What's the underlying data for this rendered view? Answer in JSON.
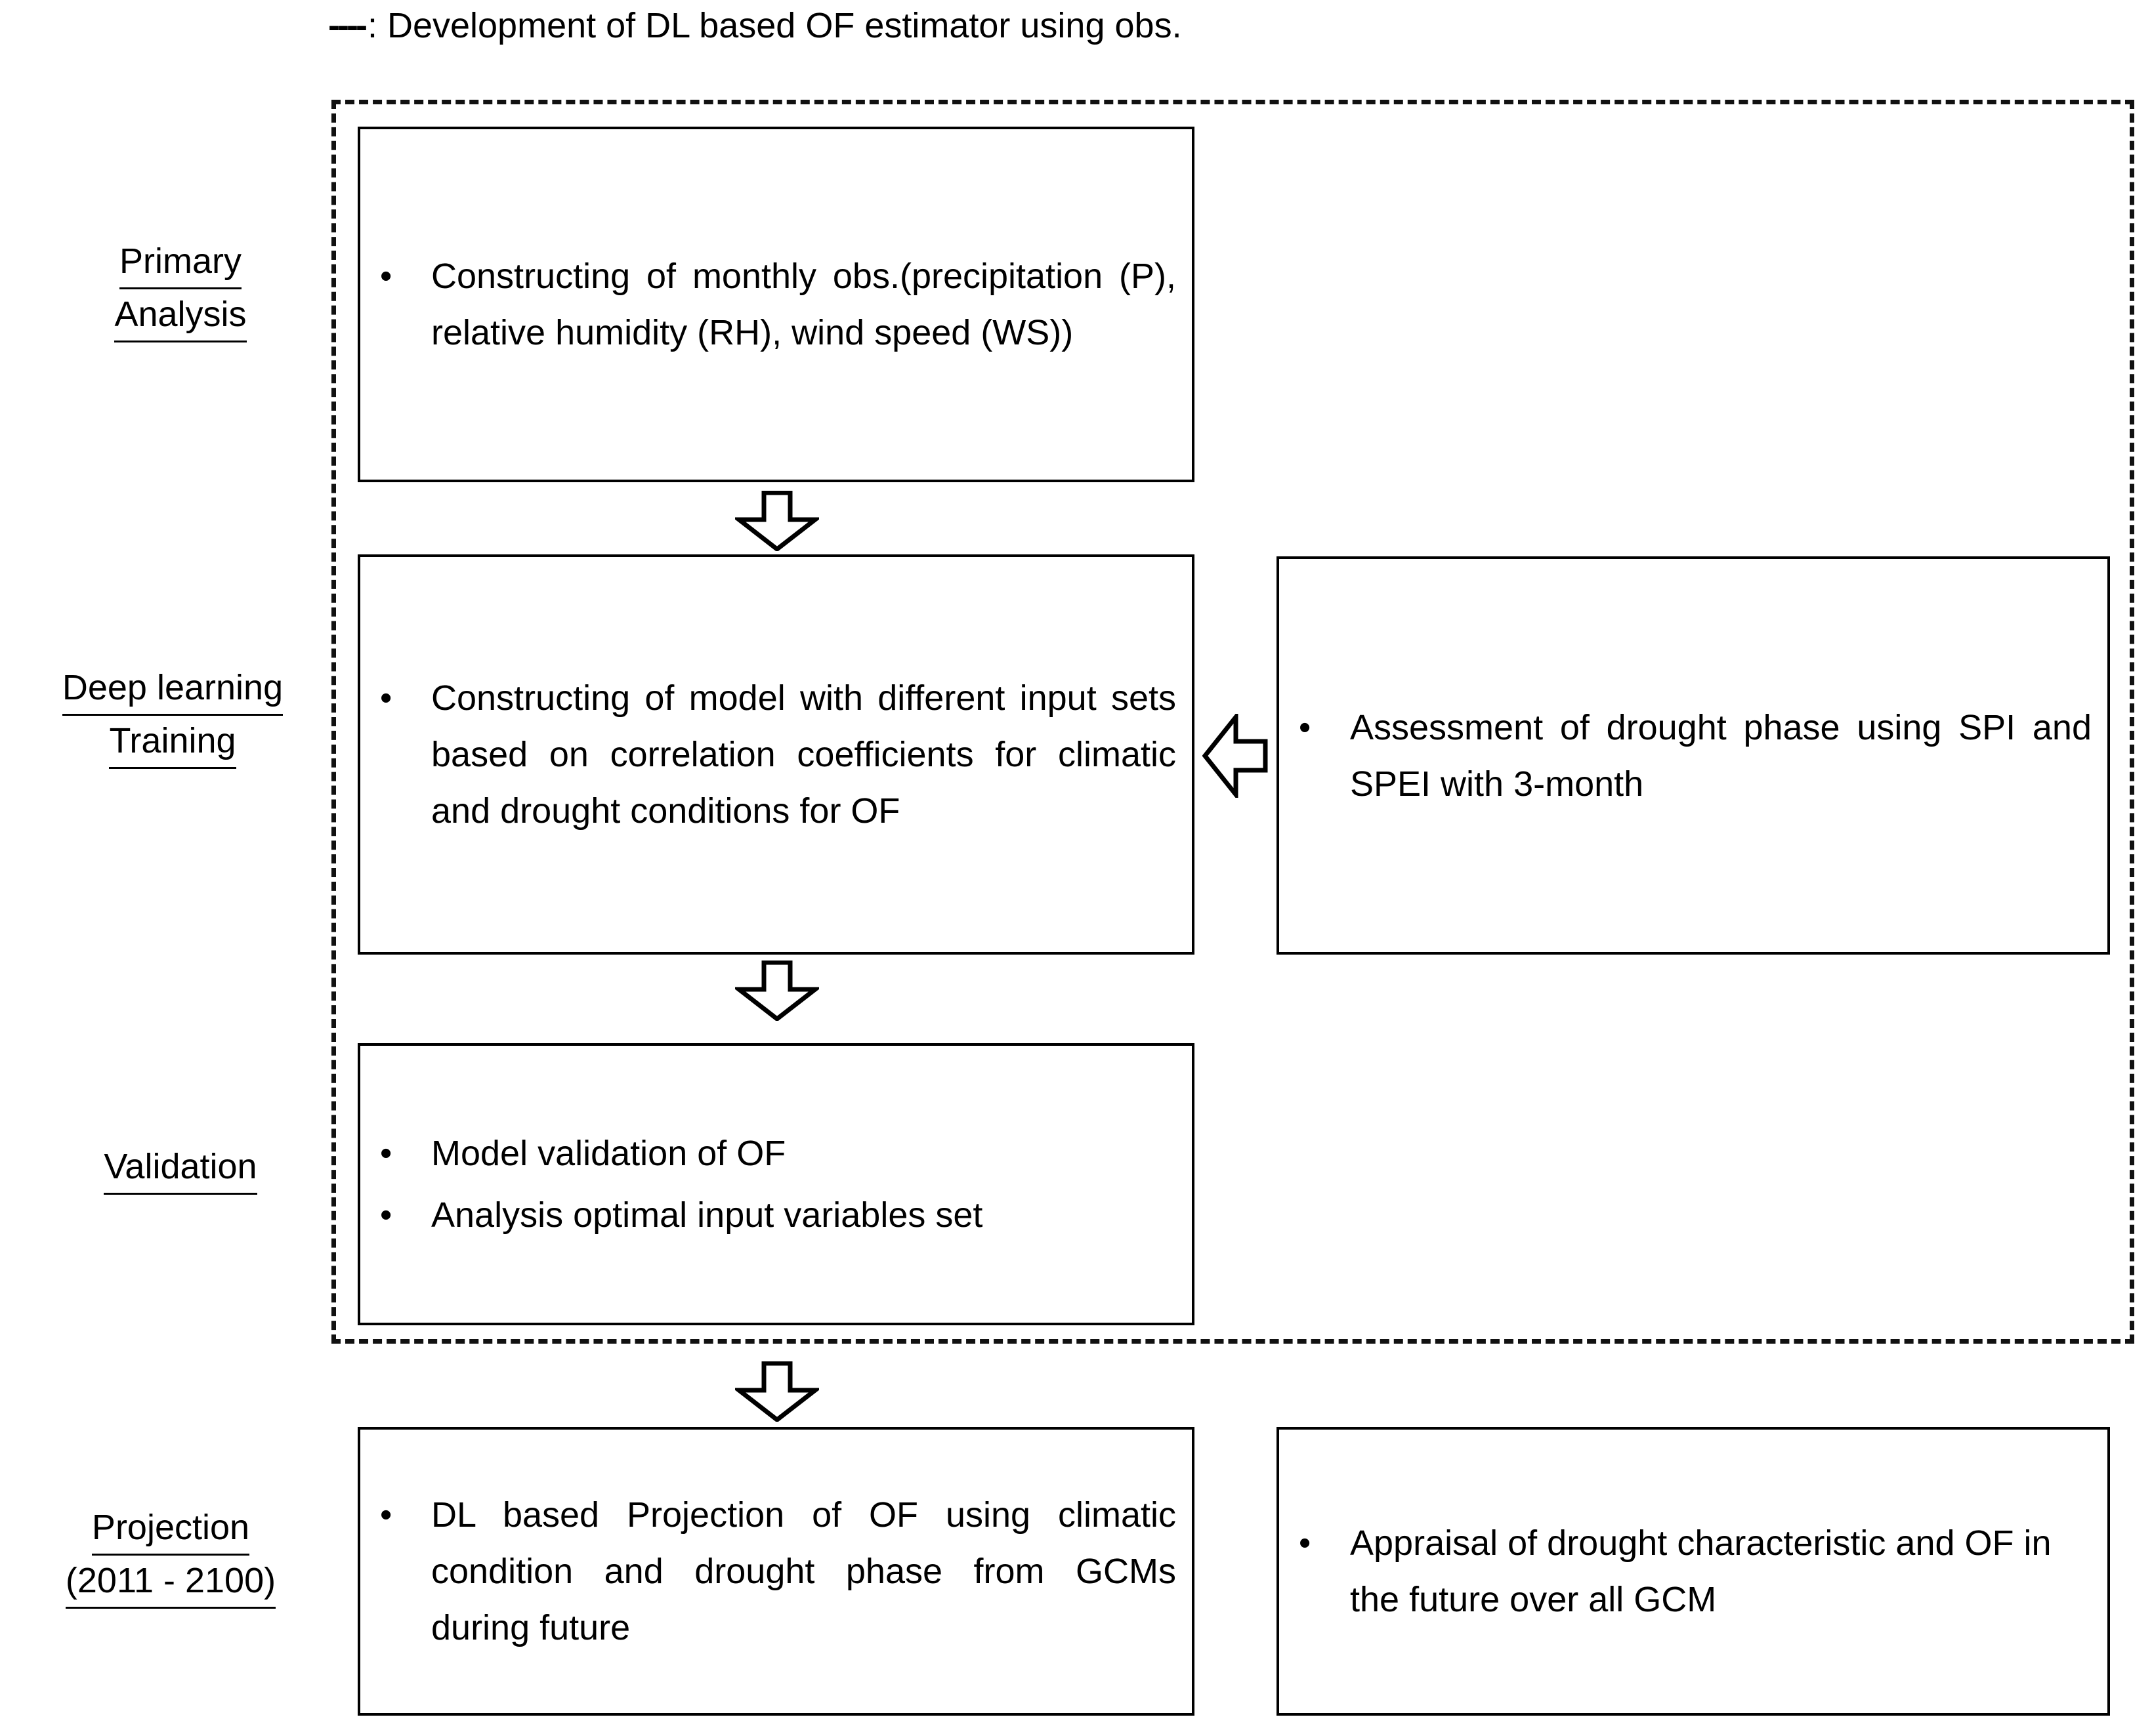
{
  "figure": {
    "legend": {
      "dash_marker": "----",
      "separator": ":",
      "text": "Development of DL based OF estimator using obs."
    },
    "stages": [
      {
        "id": "primary-analysis",
        "lines": [
          "Primary ",
          "Analysis"
        ],
        "underlined": [
          true,
          true
        ]
      },
      {
        "id": "deep-learning-training",
        "lines": [
          "Deep learning",
          "Training "
        ],
        "underlined": [
          true,
          true
        ]
      },
      {
        "id": "validation",
        "lines": [
          "Validation "
        ],
        "underlined": [
          true
        ]
      },
      {
        "id": "projection",
        "lines": [
          "Projection ",
          "(2011 - 2100)"
        ],
        "underlined": [
          true,
          true
        ]
      }
    ],
    "boxes": {
      "primary": {
        "id": "primary-analysis-box",
        "bullets": [
          "Constructing of monthly obs.(precipitation (P), relative humidity (RH), wind speed (WS))"
        ]
      },
      "training": {
        "id": "deep-learning-training-box",
        "bullets": [
          "Constructing of model with different input sets based on correlation coefficients for climatic and drought conditions for OF"
        ]
      },
      "drought_index": {
        "id": "drought-assessment-box",
        "bullets": [
          "Assessment of drought phase using SPI and SPEI with 3-month"
        ]
      },
      "validation": {
        "id": "validation-box",
        "bullets": [
          "Model validation of OF",
          "Analysis optimal input variables set"
        ]
      },
      "projection": {
        "id": "projection-box",
        "bullets": [
          "DL based Projection of OF using climatic condition and drought phase from GCMs during future"
        ]
      },
      "appraisal": {
        "id": "appraisal-box",
        "bullets": [
          "Appraisal of drought characteristic and OF in the future  over all GCM"
        ]
      }
    },
    "bullet_glyph": "•",
    "arrows": [
      {
        "id": "arrow-primary-to-training",
        "direction": "down"
      },
      {
        "id": "arrow-training-to-validation",
        "direction": "down"
      },
      {
        "id": "arrow-validation-to-projection",
        "direction": "down"
      },
      {
        "id": "arrow-drought-to-training",
        "direction": "left"
      }
    ],
    "colors": {
      "stroke": "#000000",
      "background": "#ffffff",
      "dashed_border": "#111111"
    }
  }
}
